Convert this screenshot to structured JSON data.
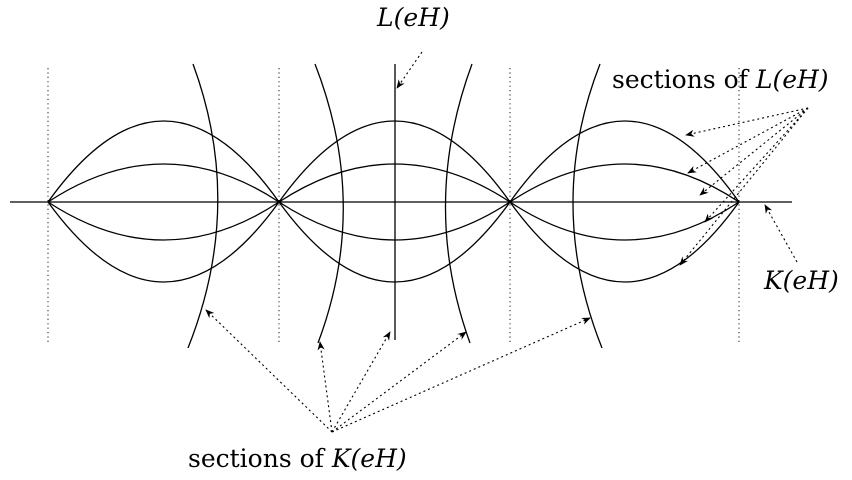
{
  "labels": {
    "top": {
      "math": "L(eH)"
    },
    "right_top": {
      "prefix": "sections of ",
      "math": "L(eH)"
    },
    "right_mid": {
      "math": "K(eH)"
    },
    "bottom": {
      "prefix": "sections of ",
      "math": "K(eH)"
    }
  },
  "colors": {
    "ink": "#000000",
    "background": "#ffffff"
  }
}
